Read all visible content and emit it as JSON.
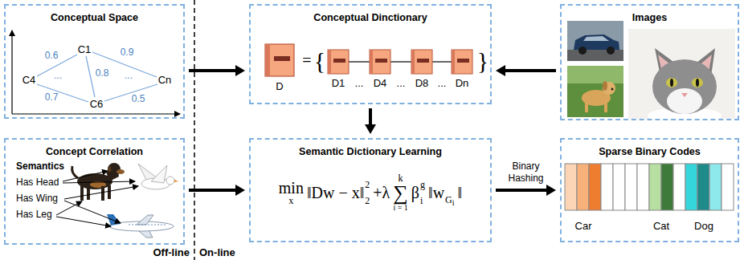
{
  "diagram": {
    "nodes": [
      {
        "text": [
          "Conceptual Space"
        ]
      },
      {
        "text": [
          "Conceptual Dinctionary"
        ]
      },
      {
        "text": [
          "Images"
        ]
      },
      {
        "text": [
          "Concept Correlation"
        ]
      },
      {
        "text": [
          "Semantic Dictionary Learning"
        ]
      },
      {
        "text": [
          "Sparse Binary Codes"
        ]
      }
    ],
    "edges": [
      {
        "from": 0,
        "to": 1,
        "arrow": "to"
      },
      {
        "from": 2,
        "to": 1,
        "arrow": "to"
      },
      {
        "from": 1,
        "to": 4,
        "arrow": "to"
      },
      {
        "from": 3,
        "to": 4,
        "arrow": "to"
      },
      {
        "from": 4,
        "to": 5,
        "arrow": "to",
        "label": "Binary Hashing"
      }
    ],
    "labels": [
      "C1",
      "0.6",
      "0.9",
      "C4",
      "...",
      "0.8",
      "...",
      "Cn",
      "0.7",
      "0.5",
      "C6",
      "D",
      "=",
      "{",
      "D1",
      "...",
      "D4",
      "...",
      "D8",
      "...",
      "Dn",
      "}",
      "Semantics",
      "Has Head",
      "Has Wing",
      "Has Leg",
      "min",
      "x",
      "‖Dw − x‖",
      "2",
      "2",
      "+λ",
      "k",
      "∑",
      "i = 1",
      "β",
      "g",
      "i",
      "‖w",
      "G",
      "i",
      "‖",
      "Car",
      "Cat",
      "Dog",
      "Off-line",
      "On-line"
    ]
  }
}
